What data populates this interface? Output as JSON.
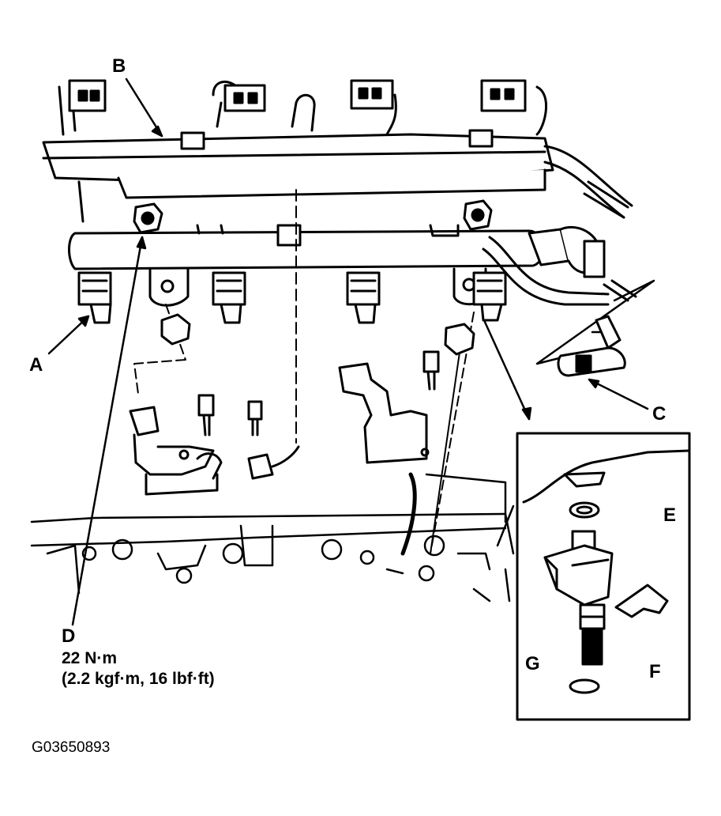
{
  "callouts": {
    "a": "A",
    "b": "B",
    "c": "C",
    "d": "D",
    "e": "E",
    "f": "F",
    "g": "G"
  },
  "torque_spec": {
    "line1": "22 N·m",
    "line2": "(2.2 kgf·m, 16 lbf·ft)"
  },
  "figure_code": "G03650893"
}
